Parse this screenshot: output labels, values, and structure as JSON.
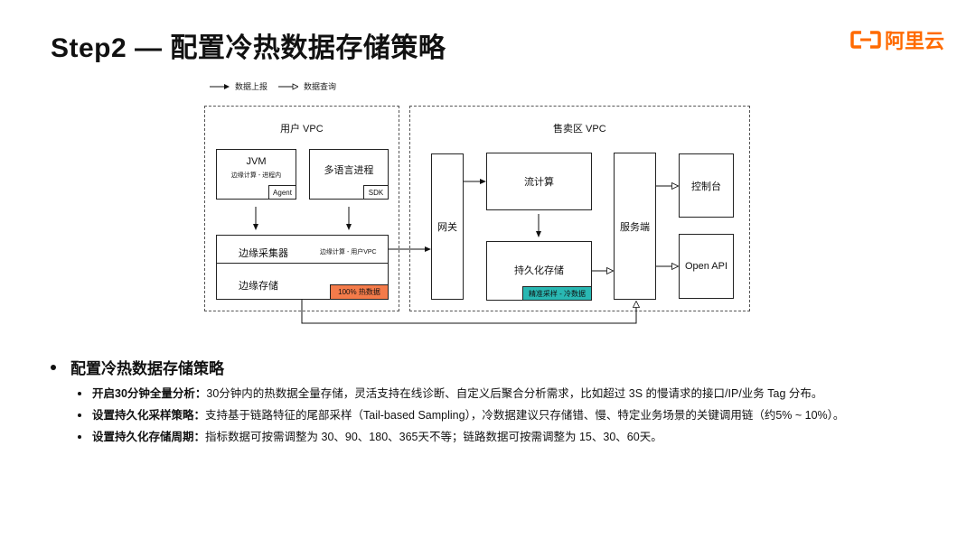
{
  "title": "Step2 — 配置冷热数据存储策略",
  "logo": {
    "text": "阿里云",
    "color": "#ff6a00"
  },
  "legend": {
    "report": "数据上报",
    "query": "数据查询"
  },
  "diagram": {
    "user_vpc": {
      "label": "用户 VPC",
      "jvm": {
        "title": "JVM",
        "subtitle": "边缘计算 - 进程内",
        "tag": "Agent"
      },
      "multilang": {
        "title": "多语言进程",
        "tag": "SDK"
      },
      "edge_collector": {
        "title": "边缘采集器",
        "note": "边缘计算 - 用户VPC"
      },
      "edge_storage": {
        "title": "边缘存储",
        "tag": "100% 热数据",
        "tag_color": "#f47b4a"
      }
    },
    "sale_vpc": {
      "label": "售卖区 VPC",
      "gateway": "网关",
      "stream": "流计算",
      "persist": {
        "title": "持久化存储",
        "tag": "精准采样 - 冷数据",
        "tag_color": "#29b8b3"
      },
      "server": "服务端",
      "console": "控制台",
      "openapi": "Open API"
    }
  },
  "section": {
    "heading": "配置冷热数据存储策略",
    "items": [
      {
        "label": "开启30分钟全量分析：",
        "text": "30分钟内的热数据全量存储，灵活支持在线诊断、自定义后聚合分析需求，比如超过 3S 的慢请求的接口/IP/业务 Tag 分布。"
      },
      {
        "label": "设置持久化采样策略：",
        "text": "支持基于链路特征的尾部采样（Tail-based Sampling），冷数据建议只存储错、慢、特定业务场景的关键调用链（约5% ~ 10%）。"
      },
      {
        "label": "设置持久化存储周期：",
        "text": "指标数据可按需调整为 30、90、180、365天不等；链路数据可按需调整为 15、30、60天。"
      }
    ]
  }
}
